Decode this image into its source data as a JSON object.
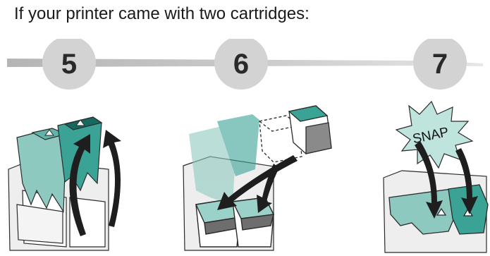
{
  "heading": "If your printer came with two cartridges:",
  "steps": [
    {
      "number": "5",
      "illustration": "open-cartridge-lids"
    },
    {
      "number": "6",
      "illustration": "insert-cartridges"
    },
    {
      "number": "7",
      "illustration": "snap-lids-closed",
      "callout": "SNAP"
    }
  ],
  "colors": {
    "teal": "#3aa395",
    "teal_light": "#8ec9c0",
    "teal_dark": "#17685e",
    "gray_bar": "#c6c6c6",
    "circle": "#d5d5d5",
    "outline": "#2b2b2b",
    "cartridge_dark": "#6e6e6e"
  },
  "icons": [
    "curved-arrow-icon",
    "lid-arrow-icon"
  ]
}
